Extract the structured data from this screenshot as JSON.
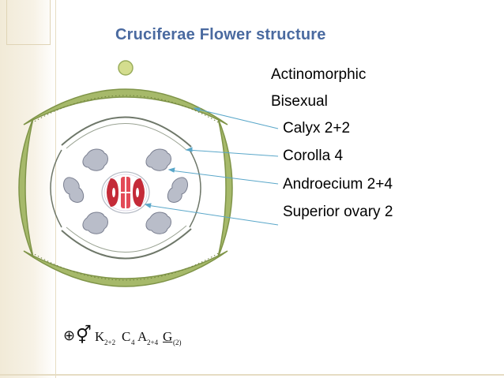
{
  "title": "Cruciferae Flower structure",
  "labels": {
    "actinomorphic": "Actinomorphic",
    "bisexual": "Bisexual",
    "calyx": "Calyx 2+2",
    "corolla": "Corolla 4",
    "androecium": "Androecium 2+4",
    "ovary": "Superior ovary  2"
  },
  "formula": {
    "actinomorphic_symbol": "⊕",
    "bisexual_symbol": "⚥",
    "calyx_letter": "K",
    "calyx_sub": "2+2",
    "corolla_letter": "C",
    "corolla_sub": "4",
    "androecium_letter": "A",
    "androecium_sub": "2+4",
    "gynoecium_letter": "G",
    "gynoecium_sub": "(2)"
  },
  "colors": {
    "title": "#4a6aa0",
    "sepal": "#9aad5c",
    "petal": "#7f8a7a",
    "stamen": "#b9bdc9",
    "ovary": "#c42a38",
    "axis": "#d4dd8e",
    "pointer": "#5aa7c9"
  }
}
